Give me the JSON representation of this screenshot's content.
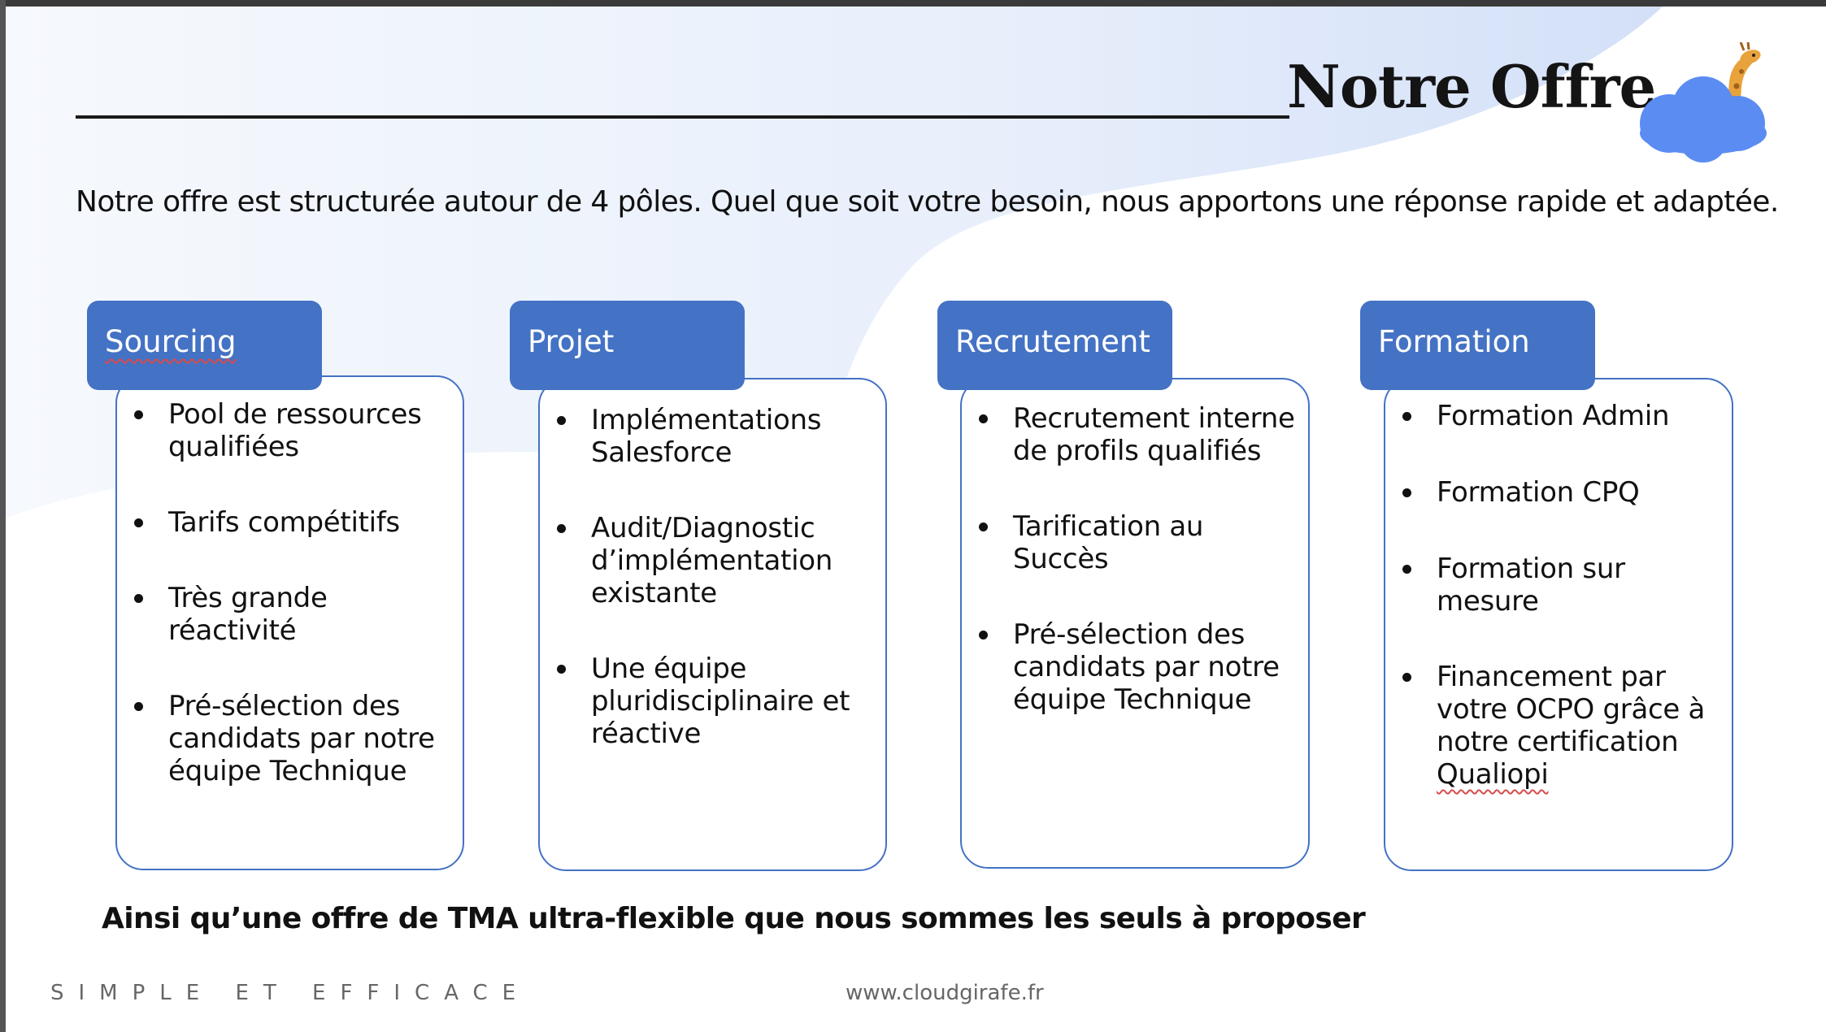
{
  "slide": {
    "title": "Notre Offre",
    "intro": "Notre offre est structurée autour de 4 pôles. Quel que soit votre besoin, nous apportons une réponse rapide et adaptée.",
    "tagline": "Ainsi qu’une offre de TMA ultra-flexible que nous sommes les seuls à proposer",
    "footer_left": "SIMPLE ET EFFICACE",
    "footer_url": "www.cloudgirafe.fr",
    "logo_icon": "cloud-giraffe-logo",
    "accent_color": "#4472c4"
  },
  "poles": [
    {
      "name": "Sourcing",
      "items": [
        "Pool de ressources qualifiées",
        "Tarifs compétitifs",
        "Très grande réactivité",
        "Pré-sélection des candidats par notre équipe Technique"
      ]
    },
    {
      "name": "Projet",
      "items": [
        "Implémentations Salesforce",
        "Audit/Diagnostic d’implémentation existante",
        "Une équipe pluridisciplinaire et réactive"
      ]
    },
    {
      "name": "Recrutement",
      "items": [
        "Recrutement interne de profils qualifiés",
        "Tarification au Succès",
        "Pré-sélection des candidats par notre équipe Technique"
      ]
    },
    {
      "name": "Formation",
      "items": [
        "Formation Admin",
        "Formation CPQ",
        "Formation sur mesure",
        "Financement par votre OCPO grâce à notre certification",
        "Qualiopi"
      ]
    }
  ]
}
